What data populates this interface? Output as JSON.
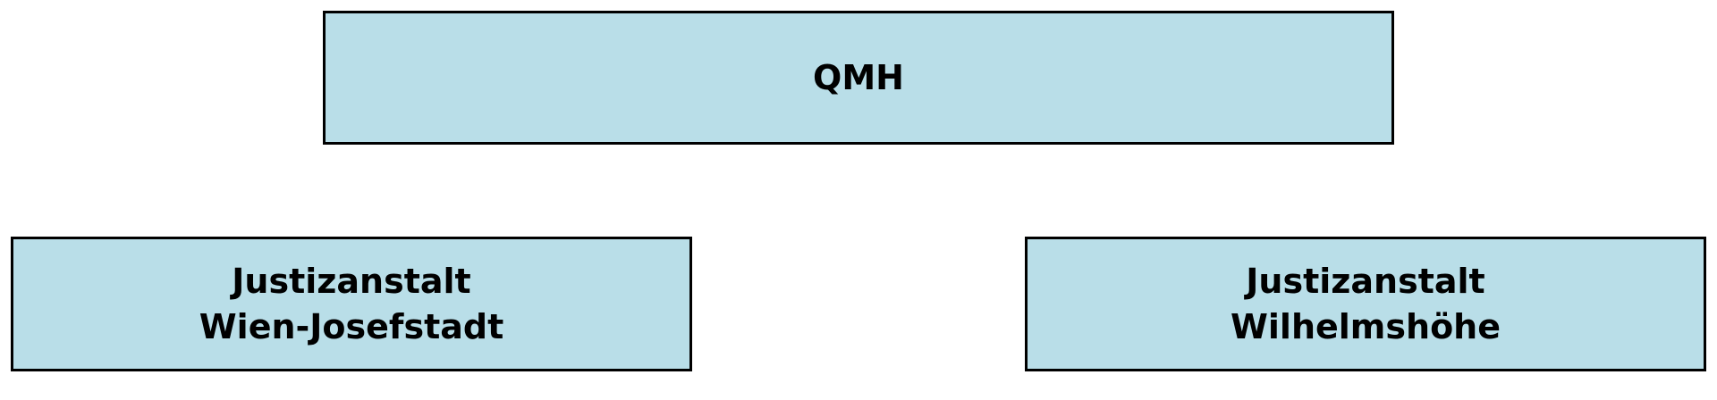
{
  "colors": {
    "node_fill": "#b9dee8",
    "node_border": "#000000",
    "text": "#000000",
    "background": "#ffffff"
  },
  "nodes": {
    "root": {
      "lines": [
        "QMH"
      ]
    },
    "left": {
      "lines": [
        "Justizanstalt",
        "Wien-Josefstadt"
      ]
    },
    "right": {
      "lines": [
        "Justizanstalt",
        "Wilhelmshöhe"
      ]
    }
  }
}
